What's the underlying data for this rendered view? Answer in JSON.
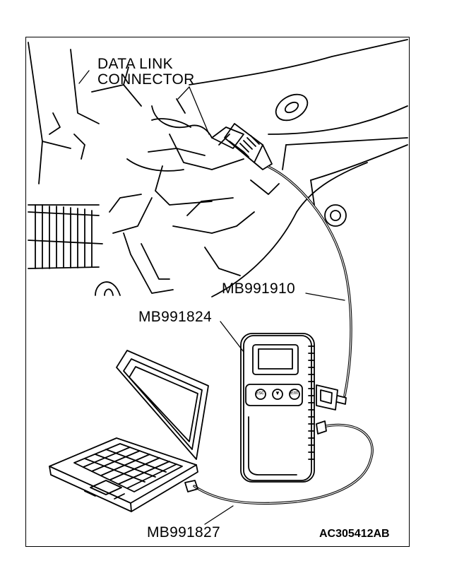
{
  "labels": {
    "dlc_line1": "DATA LINK",
    "dlc_line2": "CONNECTOR",
    "cable_mb991910": "MB991910",
    "unit_mb991824": "MB991824",
    "cable_mb991827": "MB991827",
    "figure_code": "AC305412AB"
  },
  "device": {
    "buttons": [
      "Esc",
      "▼",
      "Ent"
    ]
  },
  "colors": {
    "line": "#000000",
    "background": "#ffffff"
  }
}
